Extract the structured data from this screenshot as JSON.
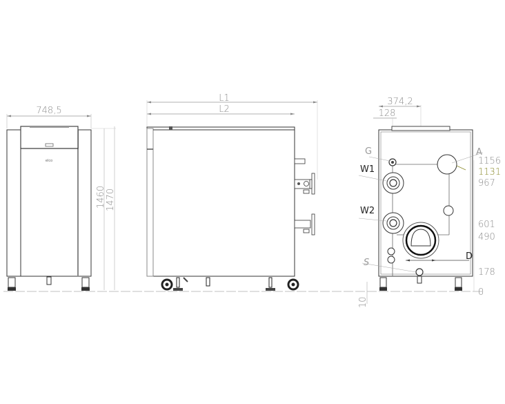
{
  "drawing": {
    "title": "Boiler dimensional drawing",
    "colors": {
      "line": "#333333",
      "dimension": "#8a8a8a",
      "highlight": "#8a8a2a",
      "ground": "#cccccc"
    },
    "front_view": {
      "width_label": "748,5",
      "height_labels": [
        "1460",
        "1470"
      ],
      "logo_text": "elco"
    },
    "side_view": {
      "length_labels": [
        "L1",
        "L2"
      ]
    },
    "rear_view": {
      "top_dims": [
        "374,2",
        "128"
      ],
      "connections": {
        "G": "G",
        "A": "A",
        "W1": "W1",
        "W2": "W2",
        "S": "S",
        "D": "D"
      },
      "height_dims": [
        "1156",
        "1131",
        "967",
        "601",
        "490",
        "178",
        "0"
      ],
      "foot_dim": "10"
    }
  }
}
